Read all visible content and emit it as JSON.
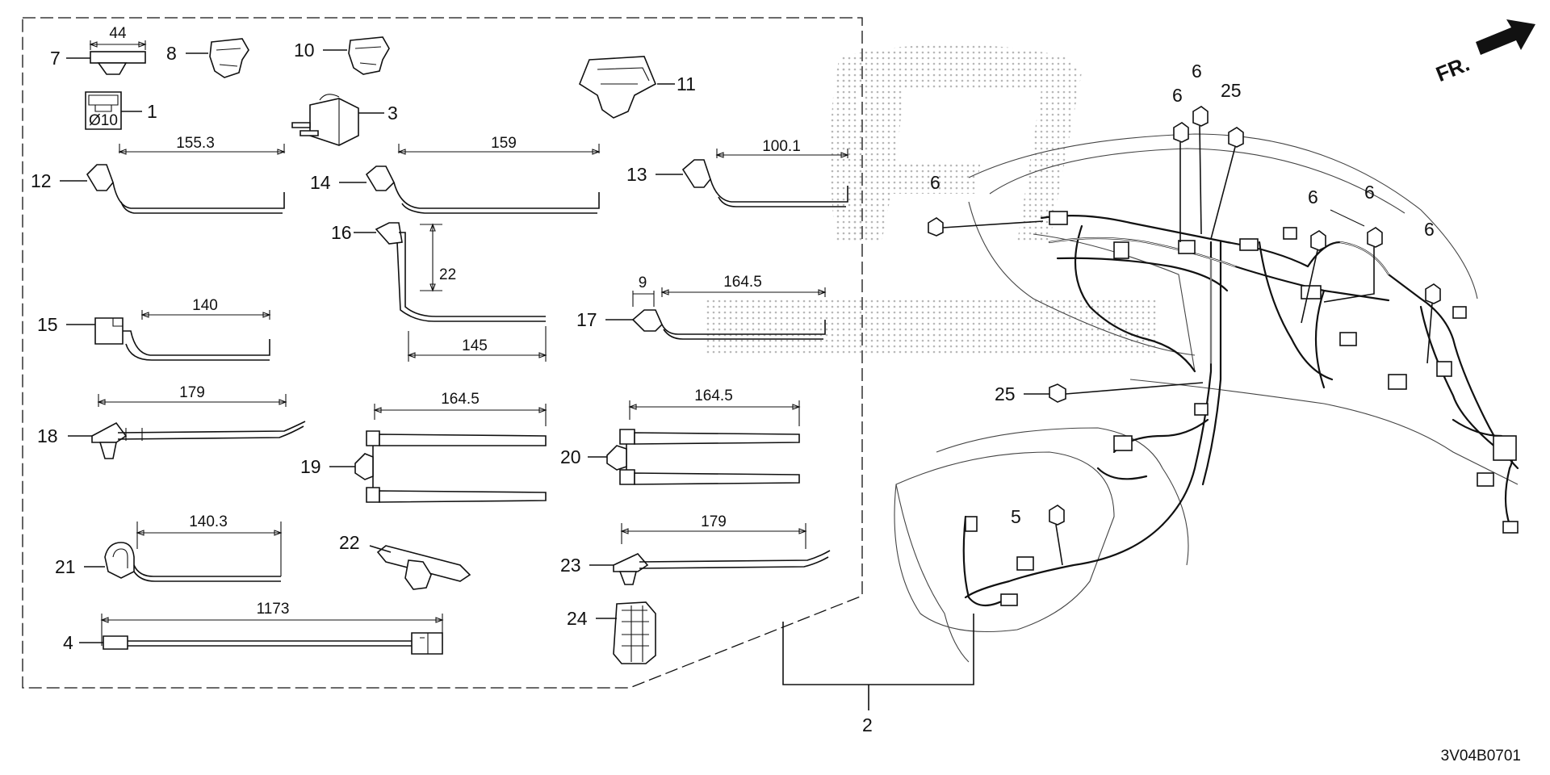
{
  "diagram": {
    "code": "3V04B0701",
    "direction_label": "FR."
  },
  "parts": [
    {
      "no": "1"
    },
    {
      "no": "2"
    },
    {
      "no": "3"
    },
    {
      "no": "4"
    },
    {
      "no": "5"
    },
    {
      "no": "6"
    },
    {
      "no": "7"
    },
    {
      "no": "8"
    },
    {
      "no": "10"
    },
    {
      "no": "11"
    },
    {
      "no": "12"
    },
    {
      "no": "13"
    },
    {
      "no": "14"
    },
    {
      "no": "15"
    },
    {
      "no": "16"
    },
    {
      "no": "17"
    },
    {
      "no": "18"
    },
    {
      "no": "19"
    },
    {
      "no": "20"
    },
    {
      "no": "21"
    },
    {
      "no": "22"
    },
    {
      "no": "23"
    },
    {
      "no": "24"
    },
    {
      "no": "25"
    }
  ],
  "dimensions": {
    "p7": "44",
    "p12": "155.3",
    "p14": "159",
    "p13": "100.1",
    "p15": "140",
    "p16_h": "22",
    "p16_w": "145",
    "p17_a": "9",
    "p17_b": "164.5",
    "p18": "179",
    "p19": "164.5",
    "p20": "164.5",
    "p21": "140.3",
    "p23": "179",
    "p4": "1173"
  },
  "part_marks": {
    "p1": "Ø10"
  },
  "chart_data": {
    "type": "diagram",
    "title": "",
    "callouts": [
      "1",
      "2",
      "3",
      "4",
      "5",
      "6",
      "7",
      "8",
      "10",
      "11",
      "12",
      "13",
      "14",
      "15",
      "16",
      "17",
      "18",
      "19",
      "20",
      "21",
      "22",
      "23",
      "24",
      "25"
    ],
    "dimensions_mm": {
      "7": [
        44
      ],
      "12": [
        155.3
      ],
      "14": [
        159
      ],
      "13": [
        100.1
      ],
      "15": [
        140
      ],
      "16": [
        22,
        145
      ],
      "17": [
        9,
        164.5
      ],
      "18": [
        179
      ],
      "19": [
        164.5
      ],
      "20": [
        164.5
      ],
      "21": [
        140.3
      ],
      "23": [
        179
      ],
      "4": [
        1173
      ]
    }
  }
}
